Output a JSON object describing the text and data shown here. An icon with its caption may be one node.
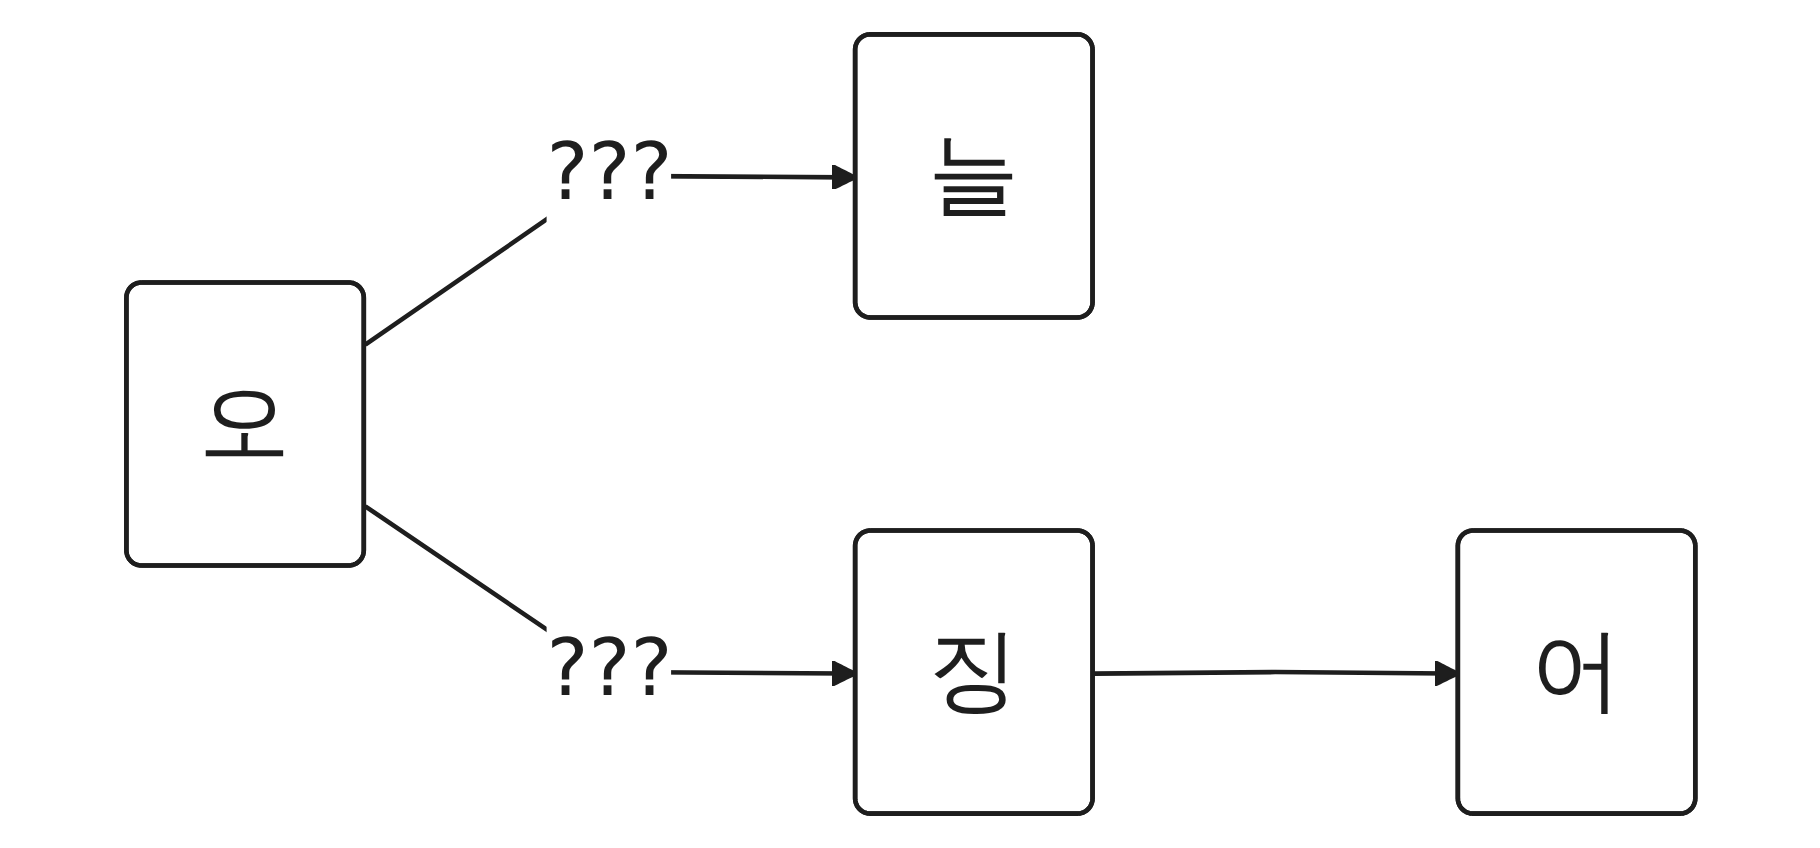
{
  "diagram": {
    "nodes": [
      {
        "text": [
          "오"
        ]
      },
      {
        "text": [
          "늘"
        ]
      },
      {
        "text": [
          "징"
        ]
      },
      {
        "text": [
          "어"
        ]
      }
    ],
    "edges": [
      {
        "from": 0,
        "to": 1,
        "arrow": "to",
        "label": "???"
      },
      {
        "from": 0,
        "to": 2,
        "arrow": "to",
        "label": "???"
      },
      {
        "from": 2,
        "to": 3,
        "arrow": "to"
      }
    ]
  }
}
